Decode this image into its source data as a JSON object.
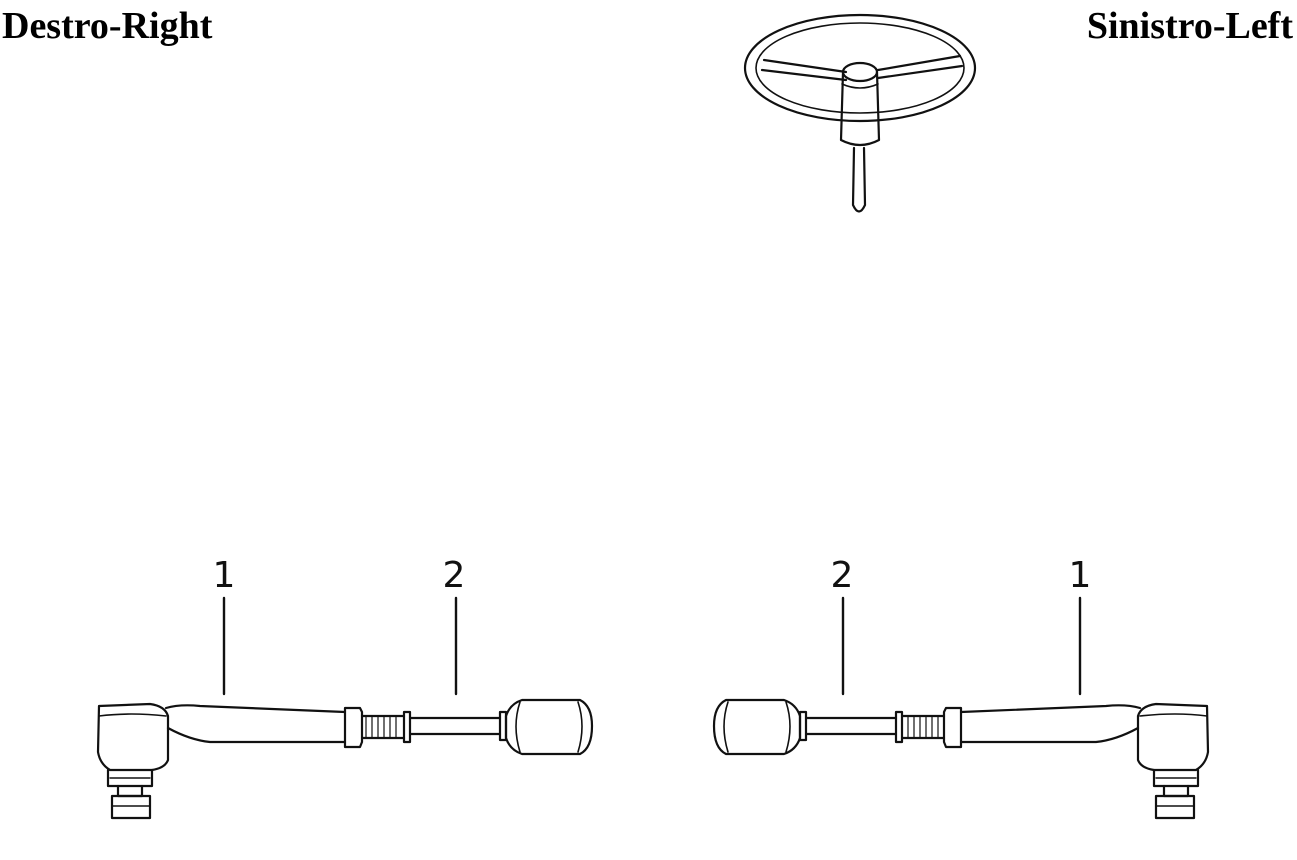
{
  "titles": {
    "right": "Destro-Right",
    "left": "Sinistro-Left"
  },
  "callouts": {
    "right_assembly": {
      "outer_tie_rod_end": "1",
      "inner_tie_rod": "2"
    },
    "left_assembly": {
      "inner_tie_rod": "2",
      "outer_tie_rod_end": "1"
    }
  },
  "colors": {
    "line": "#111111",
    "background": "#ffffff"
  },
  "icons": {
    "steering": "steering-wheel-icon"
  }
}
